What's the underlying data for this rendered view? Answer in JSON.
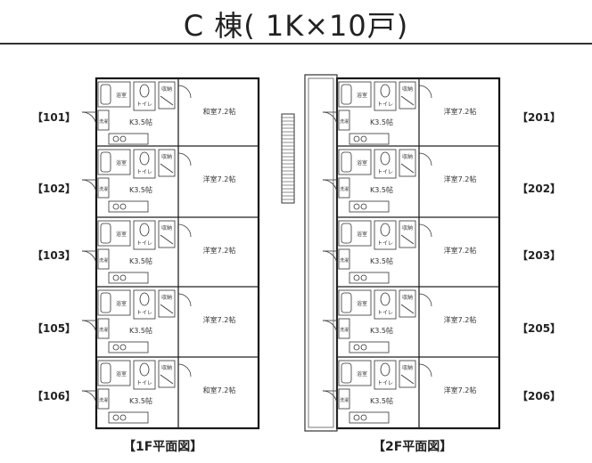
{
  "title": "C 棟( 1K×10戸)",
  "floors": [
    {
      "label": "【1F平面図】",
      "side": "left",
      "units": [
        {
          "room": "【101】",
          "main_room": "和室7.2帖"
        },
        {
          "room": "【102】",
          "main_room": "洋室7.2帖"
        },
        {
          "room": "【103】",
          "main_room": "洋室7.2帖"
        },
        {
          "room": "【105】",
          "main_room": "洋室7.2帖"
        },
        {
          "room": "【106】",
          "main_room": "和室7.2帖"
        }
      ]
    },
    {
      "label": "【2F平面図】",
      "side": "right",
      "units": [
        {
          "room": "【201】",
          "main_room": "洋室7.2帖"
        },
        {
          "room": "【202】",
          "main_room": "洋室7.2帖"
        },
        {
          "room": "【203】",
          "main_room": "洋室7.2帖"
        },
        {
          "room": "【205】",
          "main_room": "洋室7.2帖"
        },
        {
          "room": "【206】",
          "main_room": "洋室7.2帖"
        }
      ]
    }
  ],
  "common_labels": {
    "bath": "浴室",
    "toilet": "トイレ",
    "storage": "収納",
    "washer": "洗濯",
    "kitchen": "K3.5帖"
  }
}
